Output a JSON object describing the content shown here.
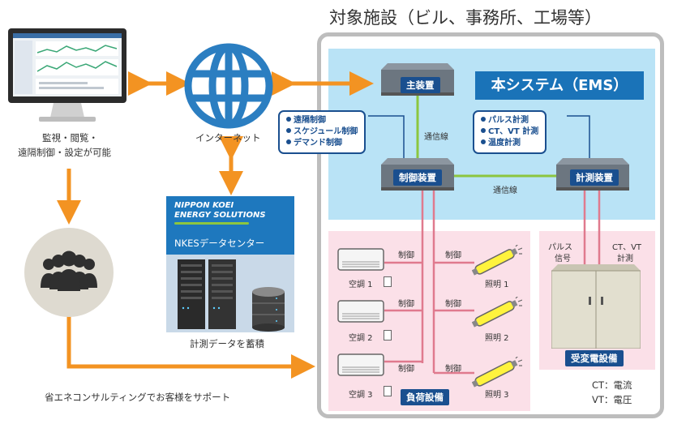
{
  "facility_title": "対象施設（ビル、事務所、工場等）",
  "ems_title": "本システム（EMS）",
  "monitor_caption": [
    "監視・閲覧・",
    "遠隔制御・設定が可能"
  ],
  "internet_label": "インターネット",
  "datacenter": {
    "brand_line1": "NIPPON KOEI",
    "brand_line2": "ENERGY SOLUTIONS",
    "name": "NKESデータセンター",
    "caption": "計測データを蓄積"
  },
  "consulting_caption": "省エネコンサルティングでお客様をサポート",
  "devices": {
    "main": "主装置",
    "control": "制御装置",
    "measure": "計測装置"
  },
  "comm_label_1": "通信線",
  "comm_label_2": "通信線",
  "control_functions": [
    "遠隔制御",
    "スケジュール制御",
    "デマンド制御"
  ],
  "measure_functions": [
    "パルス計測",
    "CT、VT 計測",
    "温度計測"
  ],
  "load_area_title": "負荷設備",
  "control_label": "制御",
  "aircons": [
    "空調 1",
    "空調 2",
    "空調 3"
  ],
  "lights": [
    "照明 1",
    "照明 2",
    "照明 3"
  ],
  "substation": {
    "title": "受変電設備",
    "pulse": [
      "パルス",
      "信号"
    ],
    "ctvt": [
      "CT、VT",
      "計測"
    ]
  },
  "legend": [
    "CT：電流",
    "VT：電圧"
  ],
  "colors": {
    "accent_orange": "#f39322",
    "ems_bg": "#b9e3f6",
    "load_bg": "#fbe0e8",
    "dark_blue": "#1a4f8f",
    "green_line": "#8cc63f",
    "red_line": "#e07a8e"
  }
}
